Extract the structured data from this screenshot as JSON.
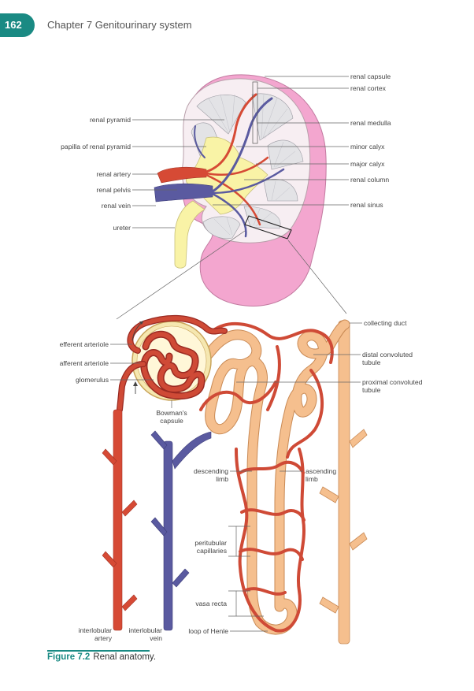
{
  "header": {
    "page_number": "162",
    "running_head": "Chapter 7  Genitourinary system"
  },
  "caption": {
    "figure_label": "Figure 7.2",
    "text": "Renal anatomy."
  },
  "colors": {
    "accent": "#1a8a83",
    "artery": "#d64a35",
    "vein": "#5a5aa0",
    "tubule": "#f5bf8e",
    "capsule_pink": "#f3a6cf",
    "pelvis_yellow": "#f9f3a6"
  },
  "labels_left": {
    "renal_pyramid": "renal pyramid",
    "papilla": "papilla of renal pyramid",
    "renal_artery": "renal artery",
    "renal_pelvis": "renal pelvis",
    "renal_vein": "renal vein",
    "ureter": "ureter"
  },
  "labels_right": {
    "renal_capsule": "renal capsule",
    "renal_cortex": "renal cortex",
    "renal_medulla": "renal medulla",
    "minor_calyx": "minor calyx",
    "major_calyx": "major calyx",
    "renal_column": "renal column",
    "renal_sinus": "renal sinus"
  },
  "nephron_labels": {
    "collecting_duct": "collecting duct",
    "distal_1": "distal convoluted",
    "distal_2": "tubule",
    "proximal_1": "proximal convoluted",
    "proximal_2": "tubule",
    "efferent": "efferent arteriole",
    "afferent": "afferent arteriole",
    "glomerulus": "glomerulus",
    "bowmans_1": "Bowman's",
    "bowmans_2": "capsule",
    "descending_1": "descending",
    "descending_2": "limb",
    "ascending_1": "ascending",
    "ascending_2": "limb",
    "peritubular_1": "peritubular",
    "peritubular_2": "capillaries",
    "vasa_recta": "vasa recta",
    "loop_henle": "loop of Henle",
    "il_artery_1": "interlobular",
    "il_artery_2": "artery",
    "il_vein_1": "interlobular",
    "il_vein_2": "vein"
  }
}
